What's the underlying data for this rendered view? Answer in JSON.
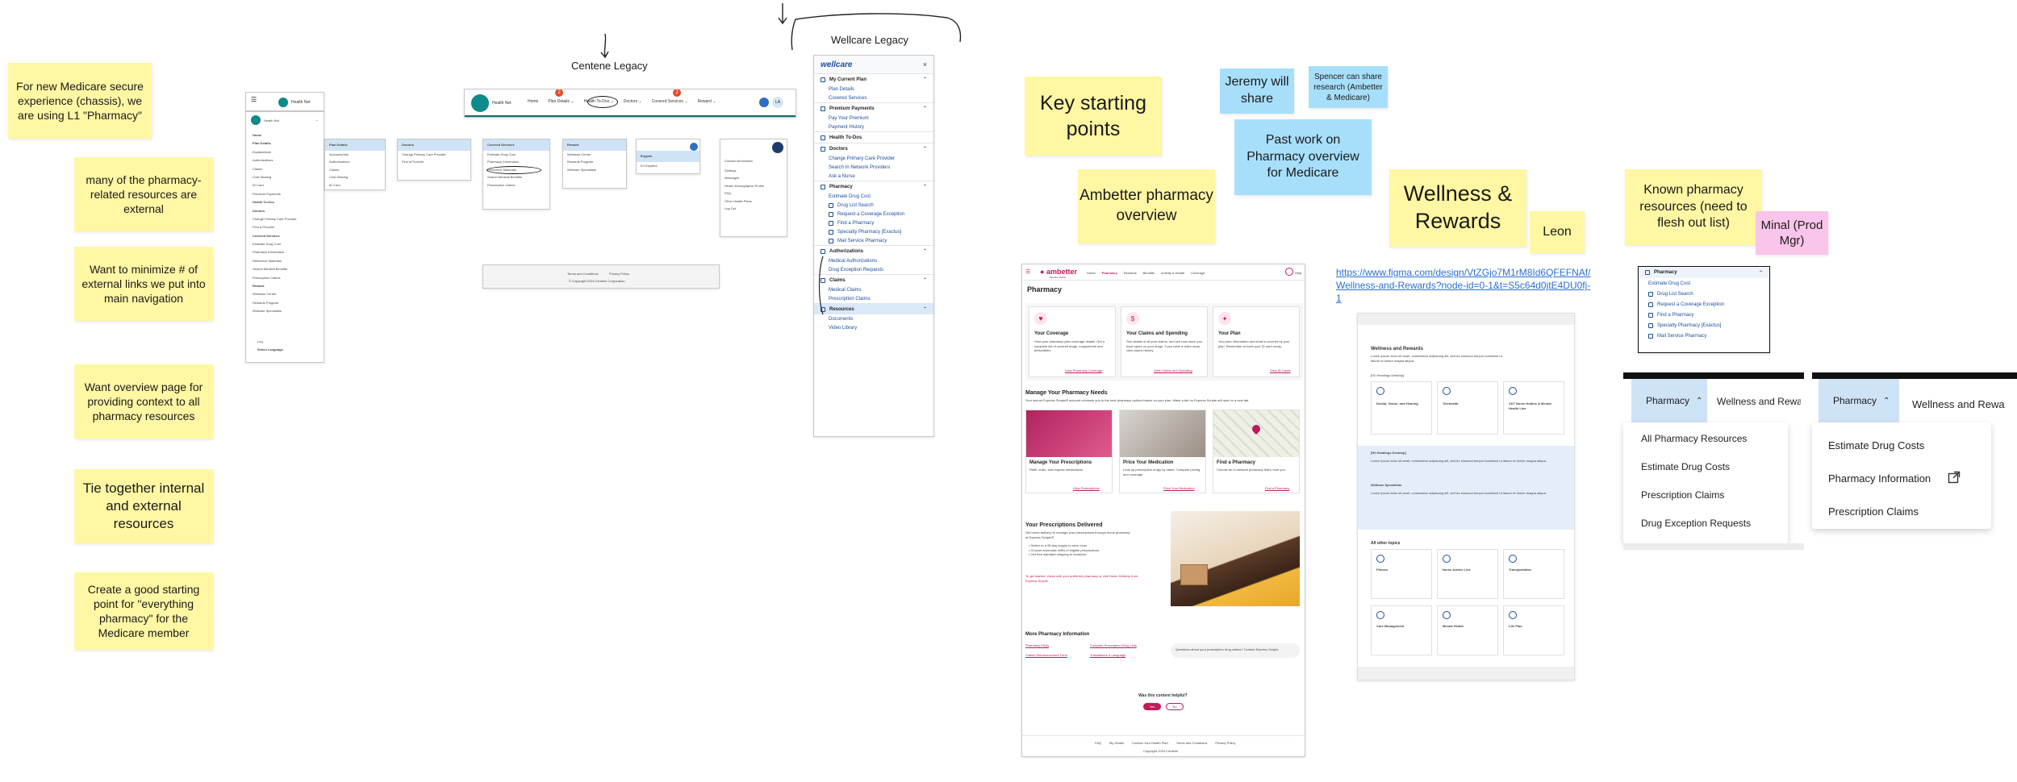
{
  "canvas": {
    "left_notes": [
      "For new Medicare secure experience (chassis), we are using L1 \"Pharmacy\"",
      "many of the pharmacy-related resources are external",
      "Want to minimize # of external links we put into main navigation",
      "Want overview page for providing context to all pharmacy resources",
      "Tie together internal and external resources",
      "Create a good starting point for \"everything pharmacy\" for the Medicare member"
    ],
    "centene_label": "Centene Legacy",
    "wellcare_label": "Wellcare Legacy",
    "key_starting_points": "Key starting points",
    "ambetter_overview_note": "Ambetter pharmacy overview",
    "jeremy_note": "Jeremy will share",
    "spencer_note": "Spencer can share research (Ambetter & Medicare)",
    "past_work_note": "Past work on Pharmacy overview for Medicare",
    "wellness_note": "Wellness & Rewards",
    "leon_note": "Leon",
    "figma_link": "https://www.figma.com/design/VtZGjo7M1rM8Id6QFEFNAf/Wellness-and-Rewards?node-id=0-1&t=S5c64d0jtE4DU0fj-1",
    "known_pharmacy_note": "Known pharmacy resources (need to flesh out list)",
    "minal_note": "Minal (Prod Mgr)"
  },
  "centene": {
    "logo_text": "Health Net",
    "nav": [
      "Home",
      "Plan Details",
      "Health To-Dos",
      "Doctors",
      "Covered Services",
      "Reward"
    ],
    "badges": [
      "2",
      "2"
    ],
    "avatar": "LA",
    "side_menu": [
      "Home",
      "Plan Details",
      "Explanations",
      "Authorizations",
      "Claims",
      "Cost Sharing",
      "ID Card",
      "Premium Payments",
      "Health To-Dos",
      "Doctors",
      "Change Primary Care Provider",
      "Find a Provider",
      "Covered Services",
      "Estimate Drug Cost",
      "Pharmacy Information",
      "Reference Materials",
      "Search Medical Benefits",
      "Prescription Claims",
      "Reward",
      "Wellness Center",
      "Rewards Program",
      "Wellcare Specialists"
    ],
    "side_footer": [
      "Log",
      "Select Language"
    ],
    "dd_plan": [
      "Plan Details",
      "Accounts/Info",
      "Authorizations",
      "Claims",
      "Cost Sharing",
      "ID Card",
      "Premium Payments"
    ],
    "dd_doctors": [
      "Doctors",
      "Change Primary Care Provider",
      "Find a Provider"
    ],
    "dd_covered": [
      "Covered Services",
      "Estimate Drug Cost",
      "Pharmacy Information",
      "Reference Materials",
      "Search Medical Benefits",
      "Prescription Claims"
    ],
    "dd_reward": [
      "Reward",
      "Wellness Center",
      "Rewards Program",
      "Wellcare Specialists"
    ],
    "dd_lang": [
      "English",
      "En Español"
    ],
    "dd_account": [
      "Contact Information",
      "Settings",
      "Messages",
      "Health Demographic Profile",
      "FAQ",
      "Other Health Plans",
      "Log Out"
    ],
    "footer_links": [
      "Terms and Conditions",
      "Privacy Policy"
    ],
    "footer_copy": "© Copyright 2024 Centene Corporation"
  },
  "wellcare": {
    "logo": "wellcare",
    "close": "×",
    "sections": [
      {
        "title": "My Current Plan",
        "items": [
          "Plan Details",
          "Covered Services"
        ]
      },
      {
        "title": "Premium Payments",
        "items": [
          "Pay Your Premium",
          "Payment History"
        ]
      },
      {
        "title": "Health To-Dos",
        "items": []
      },
      {
        "title": "Doctors",
        "items": [
          "Change Primary Care Provider",
          "Search In Network Providers",
          "Ask a Nurse"
        ]
      },
      {
        "title": "Pharmacy",
        "items": [
          "Estimate Drug Cost",
          "Drug List Search",
          "Request a Coverage Exception",
          "Find a Pharmacy",
          "Specialty Pharmacy [Exactus]",
          "Mail Service Pharmacy"
        ]
      },
      {
        "title": "Authorizations",
        "items": [
          "Medical Authorizations",
          "Drug Exception Requests"
        ]
      },
      {
        "title": "Claims",
        "items": [
          "Medical Claims",
          "Prescription Claims"
        ]
      },
      {
        "title": "Resources",
        "items": [
          "Documents",
          "Video Library"
        ]
      }
    ]
  },
  "ambetter": {
    "logo": "ambetter",
    "logo_sub": "Member Portal",
    "nav": [
      "Home",
      "Pharmacy",
      "Rewards",
      "Benefits",
      "Activity & Health",
      "Coverage"
    ],
    "user": "Help",
    "page_title": "Pharmacy",
    "cards": [
      {
        "title": "Your Coverage",
        "body": "View your pharmacy plan coverage details. Get a complete list of covered drugs, copayments and deductibles.",
        "link": "View Pharmacy Coverage"
      },
      {
        "title": "Your Claims and Spending",
        "body": "See details of all your claims, and see how much you have spent on your drugs. If you have a claim issue, view claims history.",
        "link": "View Claims and Spending"
      },
      {
        "title": "Your Plan",
        "body": "Your plan information and what is covered by your plan. Remember to have your ID card ready.",
        "link": "View ID Cards"
      }
    ],
    "manage_title": "Manage Your Pharmacy Needs",
    "manage_body": "Your secure Express Scripts® account connects you to the best pharmacy options based on your plan. Make a tab on Express Scripts will open in a new tab.",
    "tiles": [
      {
        "title": "Manage Your Prescriptions",
        "body": "Refill, order, and request medications.",
        "link": "View Prescriptions"
      },
      {
        "title": "Price Your Medication",
        "body": "Look up prescription drugs by name. Compare pricing and coverage.",
        "link": "Price Your Medication"
      },
      {
        "title": "Find a Pharmacy",
        "body": "Choose an in-network pharmacy that's near you.",
        "link": "Find a Pharmacy"
      }
    ],
    "delivered_title": "Your Prescriptions Delivered",
    "delivered_body": "Get home delivery to manage your prescriptions through home pharmacy at Express Scripts®.",
    "delivered_bullets": [
      "Switch to a 90-day supply to save more.",
      "Choose automatic refills of eligible prescriptions.",
      "Get free standard shipping to locations."
    ],
    "delivered_cta": "To get started, check with your preferred pharmacy or visit Home Delivery from Express Scripts",
    "more_title": "More Pharmacy Information",
    "more_links": [
      "Pharmacy FAQs",
      "Compare Prescription Drug Lists",
      "Claims Reimbursement Form",
      "Translations & Language"
    ],
    "question_text": "Questions about your prescription drug claims? Contact Express Scripts",
    "helpful": "Was this content helpful?",
    "helpful_yes": "Yes",
    "helpful_no": "No",
    "footer": [
      "FAQ",
      "My Health",
      "Contact Your Health Plan",
      "Terms and Conditions",
      "Privacy Policy"
    ],
    "footer_copy": "Copyright 2024 Centene"
  },
  "wellness": {
    "title": "Wellness and Rewards",
    "intro": "Lorem ipsum dolor sit amet, consectetur adipiscing elit, sed do eiusmod tempor incididunt ut labore et dolore magna aliqua.",
    "headings_label": "[H2 Headings Desktop]",
    "top_tiles": [
      "Dental, Vision, and Hearing",
      "Telehealth",
      "24/7 Nurse Hotline & Mental Health Line"
    ],
    "feature_heading": "[H2 Headings Desktop]",
    "feature_sub": "Wellcare Specialists",
    "other_title": "All other topics",
    "other_tiles": [
      "Fitness",
      "Nurse Advice Line",
      "Transportation",
      "Care Management",
      "Mental Health",
      "Life Plan"
    ]
  },
  "known_list": {
    "header": "Pharmacy",
    "items": [
      "Estimate Drug Cost",
      "Drug List Search",
      "Request a Coverage Exception",
      "Find a Pharmacy",
      "Specialty Pharmacy [Exactus]",
      "Mail Service Pharmacy"
    ]
  },
  "dropdown_a": {
    "tab": "Pharmacy",
    "next_tab": "Wellness and Rewa",
    "items": [
      "All Pharmacy Resources",
      "Estimate Drug Costs",
      "Prescription Claims",
      "Drug Exception Requests"
    ]
  },
  "dropdown_b": {
    "tab": "Pharmacy",
    "next_tab": "Wellness and Rewa",
    "items": [
      "Estimate Drug Costs",
      "Pharmacy Information",
      "Prescription Claims"
    ]
  },
  "colors": {
    "sticky_yellow": "#fff7a3",
    "sticky_blue": "#a7dffb",
    "sticky_pink": "#fbc4ea",
    "wellcare_blue": "#1a4d9c",
    "ambetter_magenta": "#c2185b",
    "tab_blue": "#cfe3f6"
  }
}
